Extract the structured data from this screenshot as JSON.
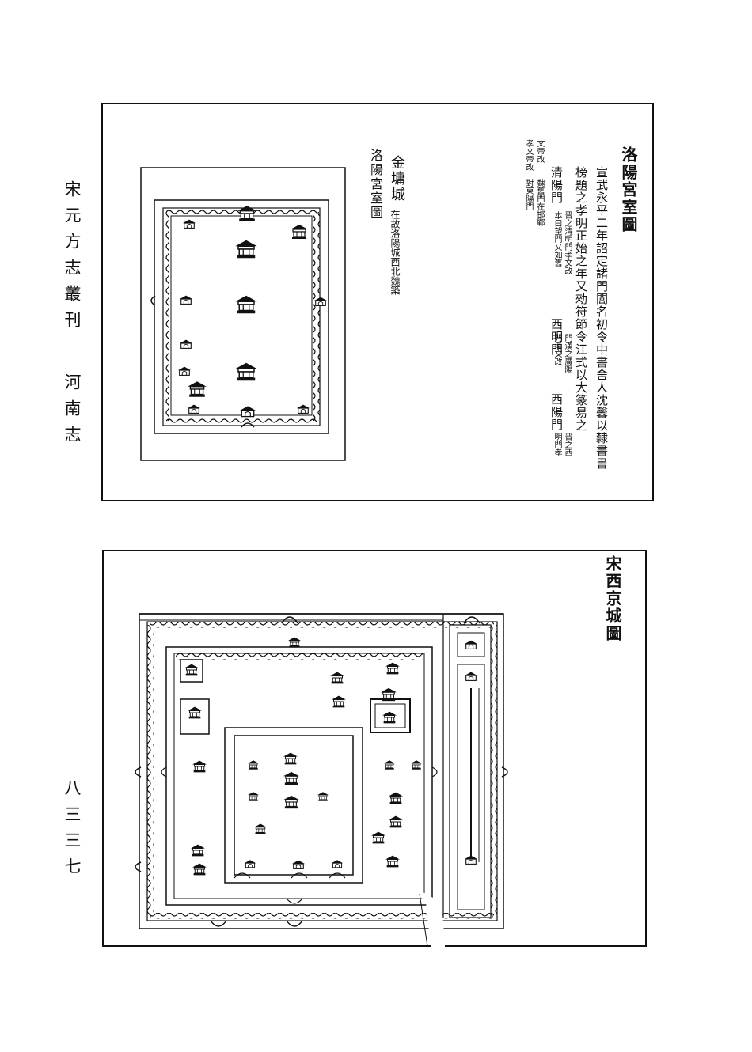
{
  "side_title": "宋元方志叢刊",
  "side_region": "河南志",
  "page_number": "八三三七",
  "map1": {
    "title": "洛陽宮室圖",
    "text_lines": [
      "宣武永平二年詔定諸門閭名初令中書舍人沈馨以隸書書",
      "榜題之孝明正始之年又勑符節令江式以大篆易之"
    ],
    "gate_lines": [
      "清陽門",
      "西明門",
      "西陽門"
    ],
    "gate_notes": [
      [
        "晋之清明門孝文改",
        "文帝改",
        "孝文帝改"
      ],
      [
        "本曰望門又如舊",
        "魏舊門在邯鄲",
        "對東陽門"
      ],
      [
        "門漢之廣陽",
        "門孝文改"
      ],
      [
        "晋之西",
        "明門孝"
      ]
    ],
    "jinyong_title": "金墉城",
    "jinyong_note": "在故洛陽城西北魏築",
    "palace_title": "洛陽宮室圖"
  },
  "map2": {
    "title": "宋西京城圖"
  }
}
